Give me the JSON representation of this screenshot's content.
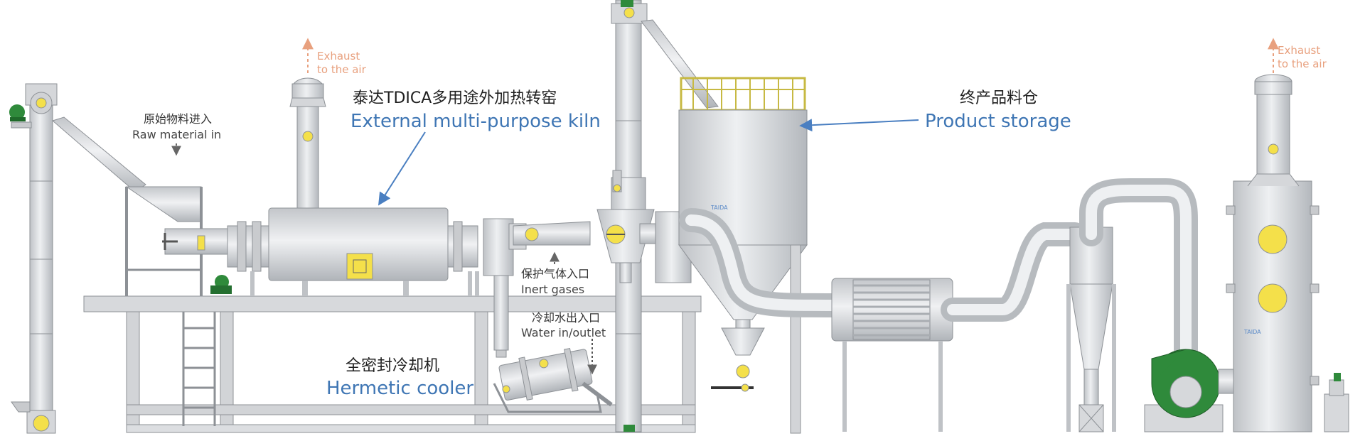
{
  "labels": {
    "kiln_zh": "泰达TDICA多用途外加热转窑",
    "kiln_en": "External multi-purpose kiln",
    "storage_zh": "终产品料仓",
    "storage_en": "Product storage",
    "raw_zh": "原始物料进入",
    "raw_en": "Raw material in",
    "inert_zh": "保护气体入口",
    "inert_en": "Inert gases",
    "water_zh": "冷却水出入口",
    "water_en": "Water in/outlet",
    "cooler_zh": "全密封冷却机",
    "cooler_en": "Hermetic cooler",
    "exhaust_left_1": "Exhaust",
    "exhaust_left_2": "to the air",
    "exhaust_right_1": "Exhaust",
    "exhaust_right_2": "to the air"
  },
  "colors": {
    "steel": "#d9dbde",
    "steel_dark": "#a9adb2",
    "outline": "#8d9196",
    "yellow": "#f4e04a",
    "green": "#2f8a3b",
    "label_blue": "#3f76b4",
    "exhaust_orange": "#e8a07e",
    "arrow_blue": "#4a7fc1"
  },
  "icons": [
    "motor-icon",
    "flange-icon",
    "valve-icon",
    "hatch-icon",
    "arrow-icon"
  ]
}
